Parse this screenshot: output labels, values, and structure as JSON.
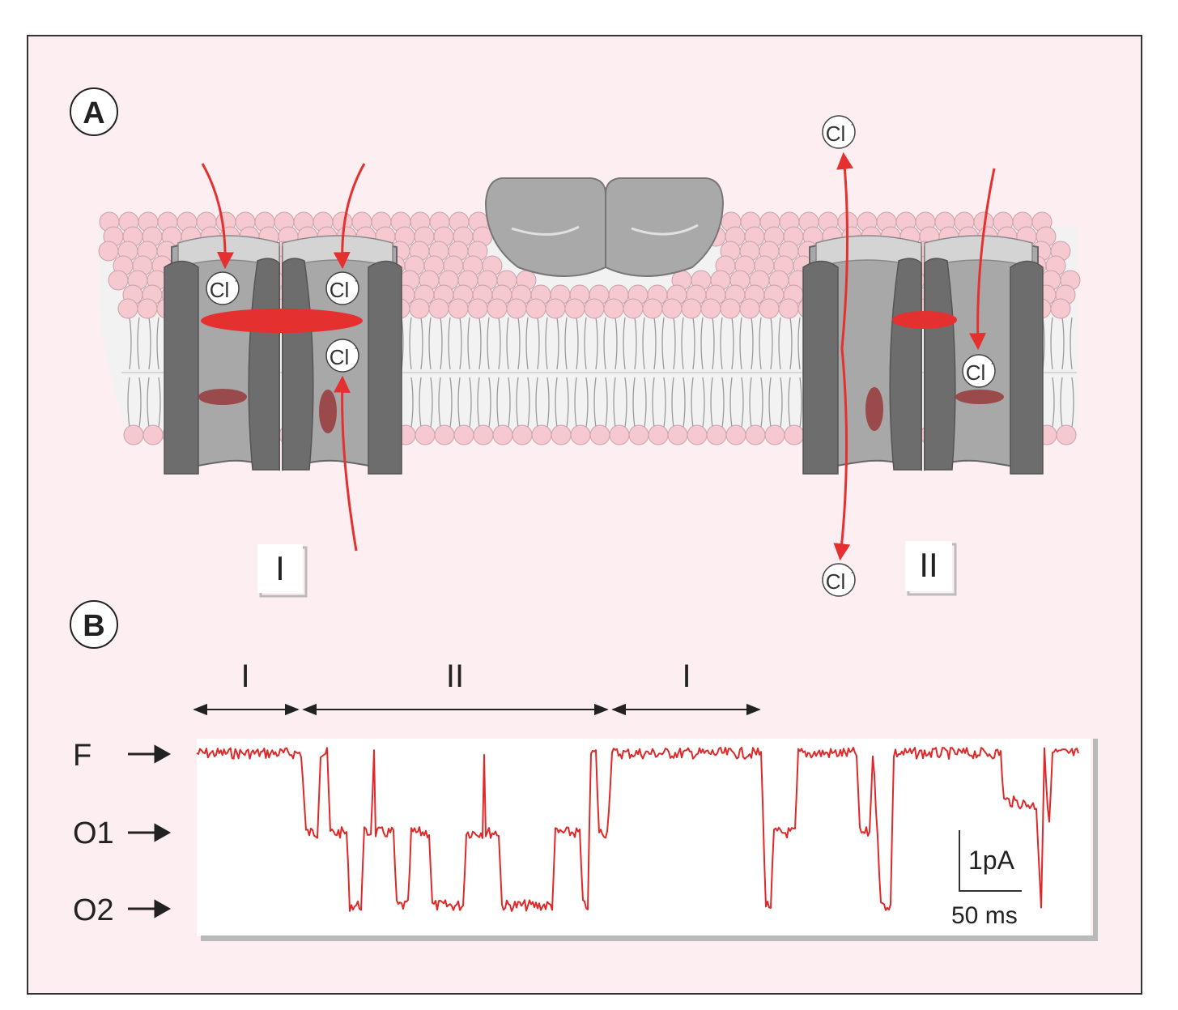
{
  "panels": {
    "a": {
      "label": "A"
    },
    "b": {
      "label": "B"
    }
  },
  "ions": {
    "chloride": "Cl",
    "charge": "-"
  },
  "channels": {
    "state_one": "I",
    "state_two": "II"
  },
  "trace": {
    "segments": [
      "I",
      "II",
      "I"
    ],
    "levels": {
      "f": "F",
      "o1": "O1",
      "o2": "O2"
    },
    "scale_current": "1pA",
    "scale_time": "50 ms"
  },
  "colors": {
    "background": "#fdeef2",
    "membrane_head": "#f6c9d1",
    "protein_dark": "#6e6e6e",
    "protein_mid": "#a5a5a5",
    "protein_light": "#cfcfcf",
    "red": "#e53030",
    "dark_red": "#9a4a4a",
    "trace": "#e02828"
  },
  "icons": [
    "double-arrow-icon",
    "right-arrow-icon",
    "red-arrow-icon"
  ]
}
